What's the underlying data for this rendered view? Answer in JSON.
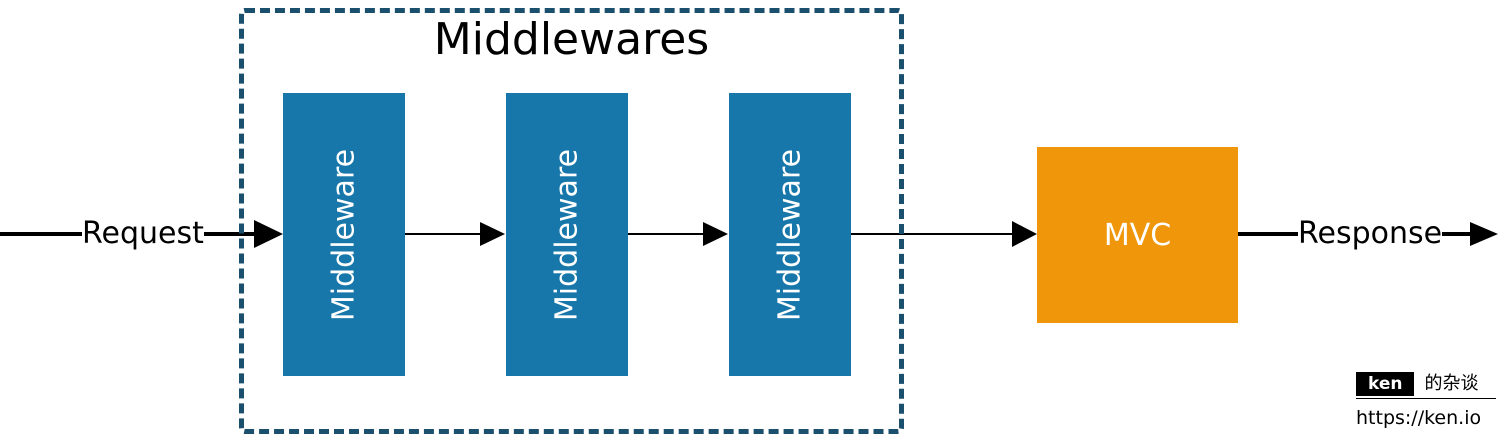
{
  "group": {
    "title": "Middlewares"
  },
  "middlewares": [
    {
      "label": "Middleware"
    },
    {
      "label": "Middleware"
    },
    {
      "label": "Middleware"
    }
  ],
  "mvc": {
    "label": "MVC"
  },
  "flow": {
    "request_label": "Request",
    "response_label": "Response"
  },
  "watermark": {
    "brand": "ken",
    "suffix": "的杂谈",
    "url": "https://ken.io"
  },
  "colors": {
    "middleware_fill": "#1777aa",
    "mvc_fill": "#f0960a",
    "group_border": "#1a4f6e",
    "arrow": "#000000"
  },
  "icons": {
    "arrowhead": "triangle-arrowhead"
  }
}
